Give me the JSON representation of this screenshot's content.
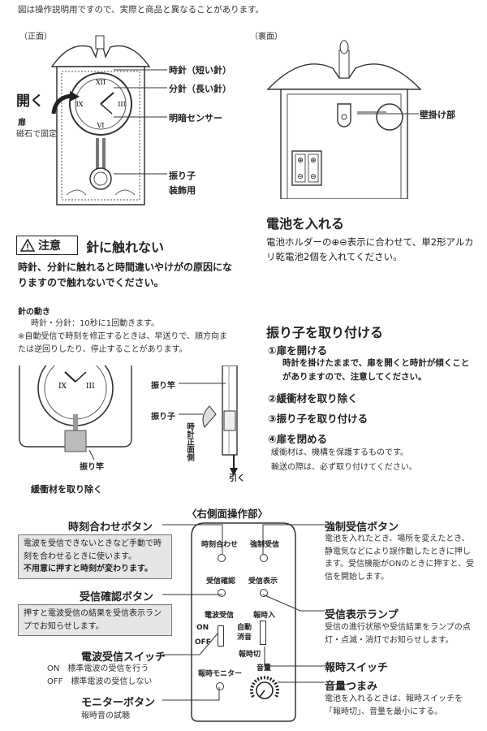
{
  "note": "図は操作説明用ですので、実際と商品と異なることがあります。",
  "front": {
    "label": "（正面）",
    "hour_hand": "時針（短い針）",
    "minute_hand": "分針（長い針）",
    "light_sensor": "明暗センサー",
    "pendulum": "振り子",
    "pendulum_sub": "装飾用",
    "open": "開く",
    "door": "扉",
    "door_sub": "磁石で固定"
  },
  "back": {
    "label": "（裏面）",
    "wall_hook": "壁掛け部"
  },
  "caution": {
    "label": "注意",
    "title": "針に触れない",
    "text": "時針、分針に触れると時間違いやけがの原因になりますので触れないでください。"
  },
  "hands_motion": {
    "title": "針の動き",
    "line1": "時針・分針：10秒に1回動きます。",
    "line2": "※自動受信で時刻を修正するときは、早送りで、順方向または逆回りしたり、停止することがあります。"
  },
  "battery": {
    "title": "電池を入れる",
    "text": "電池ホルダーの⊕⊖表示に合わせて、単2形アルカリ乾電池2個を入れてください。"
  },
  "attach": {
    "title": "振り子を取り付ける",
    "step1": "①扉を開ける",
    "step1_text": "時計を掛けたままで、扉を開くと時計が傾くことがありますので、注意してください。",
    "step2": "②緩衝材を取り除く",
    "step3": "③振り子を取り付ける",
    "step4": "④扉を閉める",
    "note1": "緩衝材は、機構を保護するものです。",
    "note2": "輸送の際は、必ず取り付けてください。"
  },
  "diagram2": {
    "pendulum_rod": "振り竿",
    "pendulum": "振り子",
    "clock_front_side": "時計正面側",
    "pull": "引く",
    "pendulum_rod2": "振り竿",
    "remove_cushion": "緩衝材を取り除く"
  },
  "side_panel": {
    "title": "〈右側面操作部〉",
    "time_adjust_button": "時刻合わせボタン",
    "time_adjust_desc": "電波を受信できないときなど手動で時刻を合わせるときに使います。",
    "time_adjust_warn": "不用意に押すと時刻が変わります。",
    "reception_check_button": "受信確認ボタン",
    "reception_check_desc": "押すと電波受信の結果を受信表示ランプでお知らせします。",
    "radio_switch": "電波受信スイッチ",
    "radio_on": "ON　標準電波の受信を行う",
    "radio_off": "OFF　標準電波の受信しない",
    "monitor_button": "モニターボタン",
    "monitor_desc": "報時音の試聴",
    "forced_reception_button": "強制受信ボタン",
    "forced_reception_desc": "電池を入れたとき、場所を変えたとき、静電気などにより誤作動したときに押します。受信機能がONのときに押すと、受信を開始します。",
    "reception_lamp": "受信表示ランプ",
    "reception_lamp_desc": "受信の進行状態や受信結果をランプの点灯・点滅・消灯でお知らせします。",
    "chime_switch": "報時スイッチ",
    "volume_knob": "音量つまみ",
    "volume_desc": "電池を入れるときは、報時スイッチを「報時切」、音量を最小にする。"
  },
  "panel_labels": {
    "time_adjust": "時刻合わせ",
    "forced": "強制受信",
    "check": "受信確認",
    "display": "受信表示",
    "radio": "電波受信",
    "on": "ON",
    "off": "OFF",
    "chime_in": "報時入",
    "auto_mute": "自動消音",
    "chime_off": "報時切",
    "monitor": "報時モニター",
    "volume": "音量"
  }
}
